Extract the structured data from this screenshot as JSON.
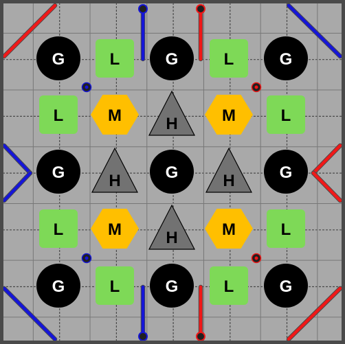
{
  "board": {
    "background": "#a9a9a9",
    "border_color": "#4a4a4a",
    "tile_line_color": "#777777",
    "seam_color": "#4a4a4a"
  },
  "colors": {
    "red": "#f01818",
    "blue": "#1515d8",
    "goal": "#000000",
    "low": "#7ed957",
    "mid": "#ffbf00",
    "high": "#727272",
    "label": "#000000",
    "goal_label": "#ffffff"
  },
  "junctions": {
    "goal_label": "G",
    "low_label": "L",
    "mid_label": "M",
    "high_label": "H",
    "grid": [
      [
        "G",
        "L",
        "G",
        "L",
        "G"
      ],
      [
        "L",
        "M",
        "H",
        "M",
        "L"
      ],
      [
        "G",
        "H",
        "G",
        "H",
        "G"
      ],
      [
        "L",
        "M",
        "H",
        "M",
        "L"
      ],
      [
        "G",
        "L",
        "G",
        "L",
        "G"
      ]
    ]
  },
  "icons": {
    "junction_goal": "circle-icon",
    "junction_low": "rounded-square-icon",
    "junction_mid": "hexagon-icon",
    "junction_high": "triangle-icon",
    "beacon": "target-dot-icon",
    "cone": "cone-icon",
    "tape": "tape-line-icon"
  },
  "beacons": [
    {
      "color": "blue",
      "col": 0,
      "row": 0
    },
    {
      "color": "red",
      "col": 3,
      "row": 0
    },
    {
      "color": "blue",
      "col": 0,
      "row": 3
    },
    {
      "color": "red",
      "col": 3,
      "row": 3
    }
  ]
}
